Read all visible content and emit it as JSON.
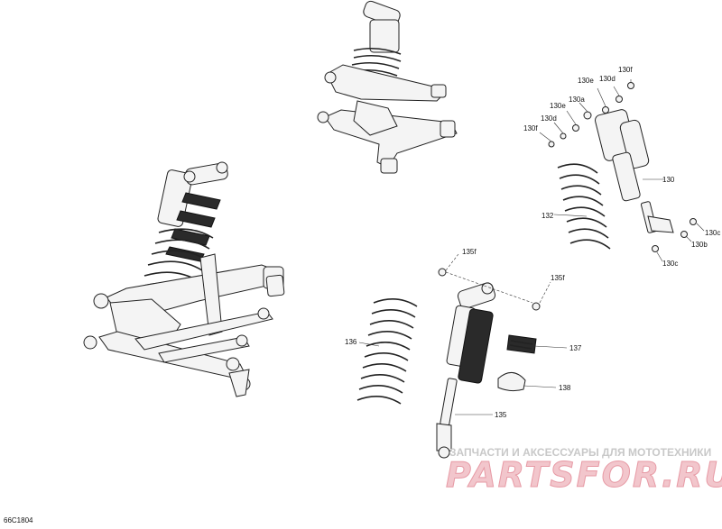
{
  "diagram_id": "66C1804",
  "callouts": {
    "c130": "130",
    "c130a": "130a",
    "c130b": "130b",
    "c130c_1": "130c",
    "c130c_2": "130c",
    "c130d_1": "130d",
    "c130d_2": "130d",
    "c130e_1": "130e",
    "c130e_2": "130e",
    "c130f_1": "130f",
    "c130f_2": "130f",
    "c132": "132",
    "c135": "135",
    "c135f_1": "135f",
    "c135f_2": "135f",
    "c136": "136",
    "c137": "137",
    "c138": "138"
  },
  "watermark": {
    "text": "ЗАПЧАСТИ И АКСЕССУАРЫ ДЛЯ МОТОТЕХНИКИ",
    "logo": "PARTSFOR.RU"
  }
}
